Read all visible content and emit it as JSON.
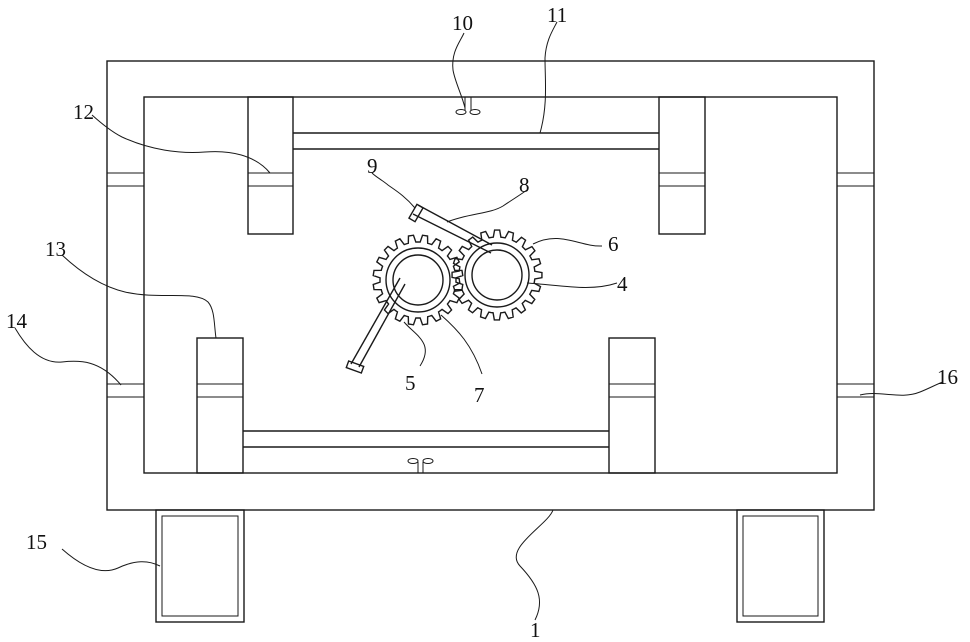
{
  "diagram": {
    "labels": {
      "l1": "1",
      "l4": "4",
      "l5": "5",
      "l6": "6",
      "l7": "7",
      "l8": "8",
      "l9": "9",
      "l10": "10",
      "l11": "11",
      "l12": "12",
      "l13": "13",
      "l14": "14",
      "l15": "15",
      "l16": "16"
    },
    "line_color": "#1a1a1a",
    "background": "#ffffff"
  }
}
